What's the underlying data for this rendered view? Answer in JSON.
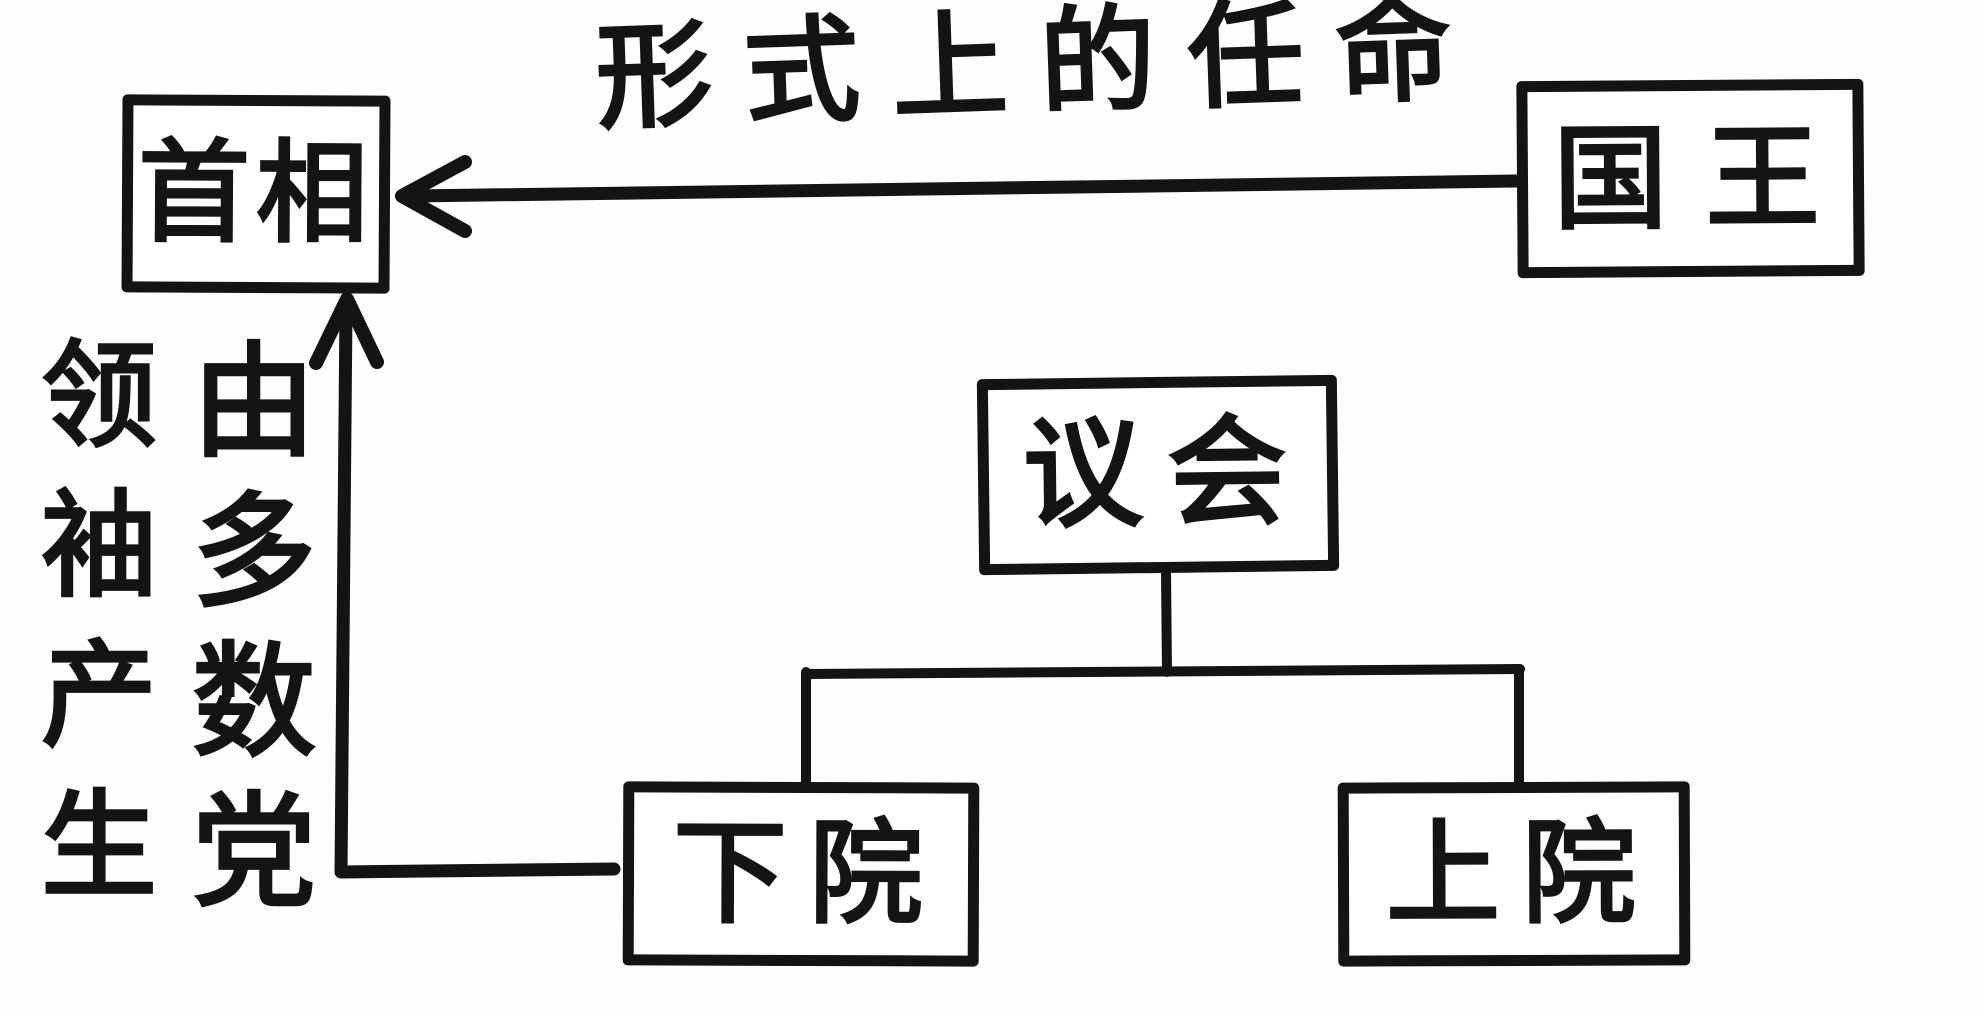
{
  "diagram": {
    "background_color": "#fefefe",
    "ink_color": "#141414",
    "nodes": [
      {
        "id": "prime-minister",
        "label": "首相"
      },
      {
        "id": "king",
        "label": "国王"
      },
      {
        "id": "parliament",
        "label": "议会"
      },
      {
        "id": "lower-house",
        "label": "下院"
      },
      {
        "id": "upper-house",
        "label": "上院"
      }
    ],
    "edges": [
      {
        "from": "king",
        "to": "prime-minister",
        "type": "arrow",
        "label": "形式上的任命"
      },
      {
        "from": "lower-house",
        "to": "prime-minister",
        "type": "arrow",
        "label": "由多数党领袖产生"
      },
      {
        "from": "parliament",
        "to": "lower-house",
        "type": "line",
        "label": ""
      },
      {
        "from": "parliament",
        "to": "upper-house",
        "type": "line",
        "label": ""
      }
    ],
    "vertical_caption": {
      "column_right": "由多数党",
      "column_left": "领袖产生"
    }
  }
}
